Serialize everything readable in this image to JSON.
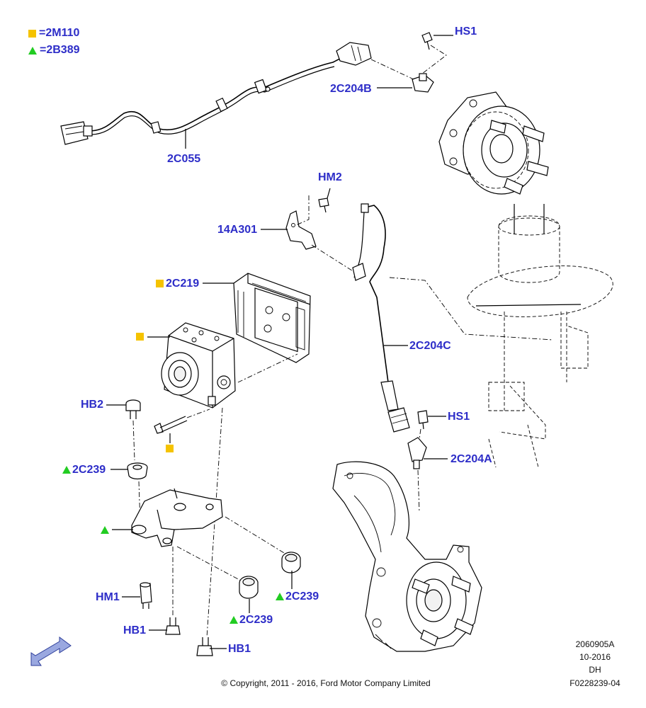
{
  "legend": [
    {
      "marker": "square",
      "color": "#f5c300",
      "text": "=2M110"
    },
    {
      "marker": "triangle",
      "color": "#22cc22",
      "text": "=2B389"
    }
  ],
  "callouts": {
    "hs1_top": "HS1",
    "c2c204b": "2C204B",
    "c2c055": "2C055",
    "hm2": "HM2",
    "c14a301": "14A301",
    "c2c219": "2C219",
    "c2c204c": "2C204C",
    "hb2": "HB2",
    "hs1_mid": "HS1",
    "c2c204a": "2C204A",
    "c2c239_left": "2C239",
    "hm1": "HM1",
    "c2c239_right": "2C239",
    "c2c239_low": "2C239",
    "hb1_left": "HB1",
    "hb1_right": "HB1"
  },
  "meta": {
    "code": "2060905A",
    "date": "10-2016",
    "initials": "DH",
    "ref": "F0228239-04"
  },
  "copyright": "© Copyright, 2011 - 2016, Ford Motor Company Limited",
  "colors": {
    "label": "#2d2dc8",
    "square": "#f5c300",
    "triangle": "#22cc22",
    "arrow": "#9aa8e0"
  }
}
